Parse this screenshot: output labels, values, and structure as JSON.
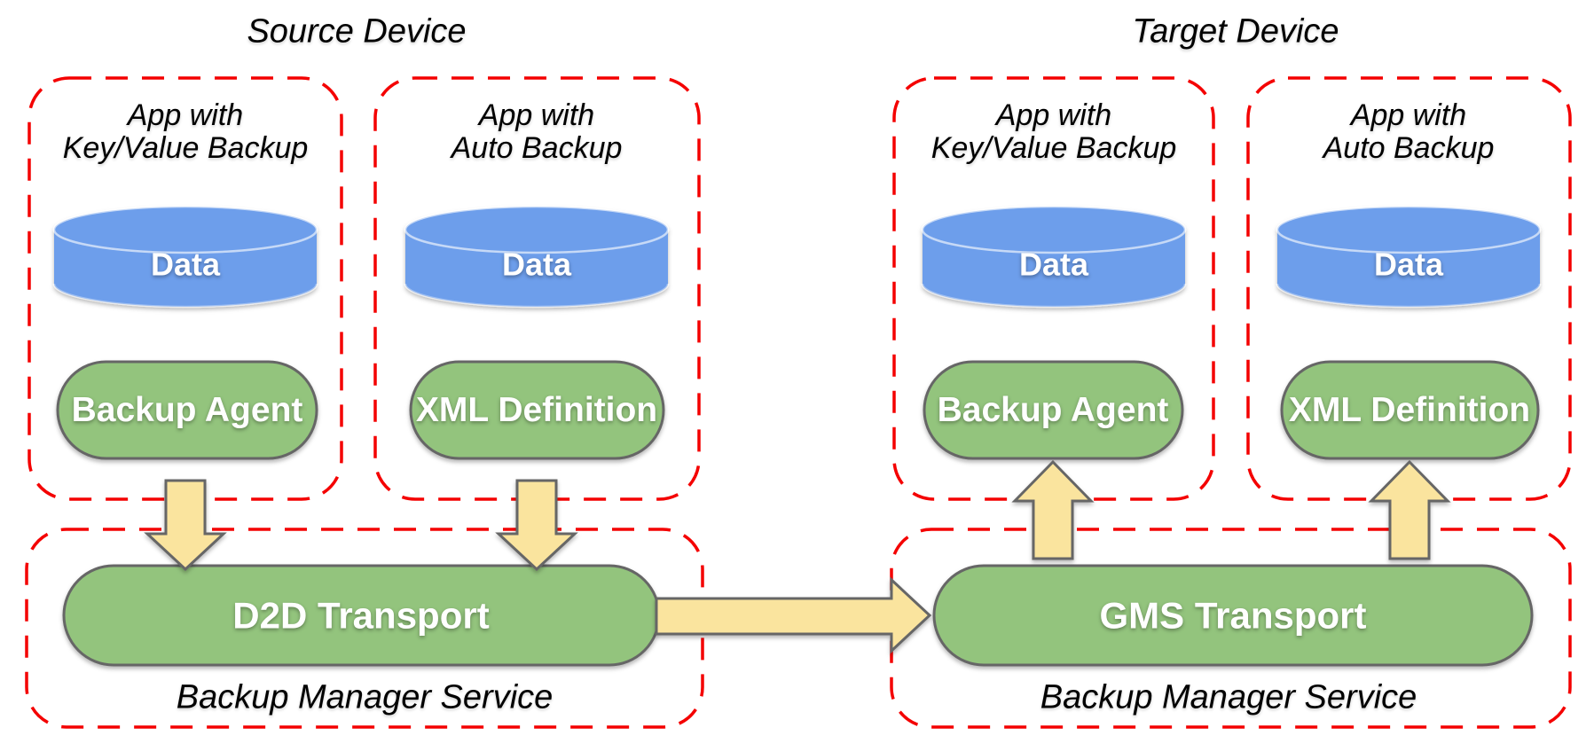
{
  "titles": {
    "source": "Source Device",
    "target": "Target Device"
  },
  "source": {
    "app_kv": {
      "name_line1": "App with",
      "name_line2": "Key/Value Backup",
      "data": "Data",
      "component": "Backup Agent"
    },
    "app_auto": {
      "name_line1": "App with",
      "name_line2": "Auto Backup",
      "data": "Data",
      "component": "XML Definition"
    },
    "service": {
      "transport": "D2D Transport",
      "label": "Backup Manager Service"
    }
  },
  "target": {
    "app_kv": {
      "name_line1": "App with",
      "name_line2": "Key/Value Backup",
      "data": "Data",
      "component": "Backup Agent"
    },
    "app_auto": {
      "name_line1": "App with",
      "name_line2": "Auto Backup",
      "data": "Data",
      "component": "XML Definition"
    },
    "service": {
      "transport": "GMS Transport",
      "label": "Backup Manager Service"
    }
  },
  "icons": {
    "down_arrow": "block-arrow-down",
    "up_arrow": "block-arrow-up",
    "right_arrow": "block-arrow-right",
    "cylinder": "database-cylinder"
  },
  "colors": {
    "boundary_red": "#f40000",
    "node_green": "#93c47d",
    "cylinder_blue": "#6d9eeb",
    "arrow_yellow": "#fae49e",
    "outline_gray": "#666666",
    "label_white": "#ffffff",
    "label_black": "#000000",
    "background": "#ffffff"
  }
}
